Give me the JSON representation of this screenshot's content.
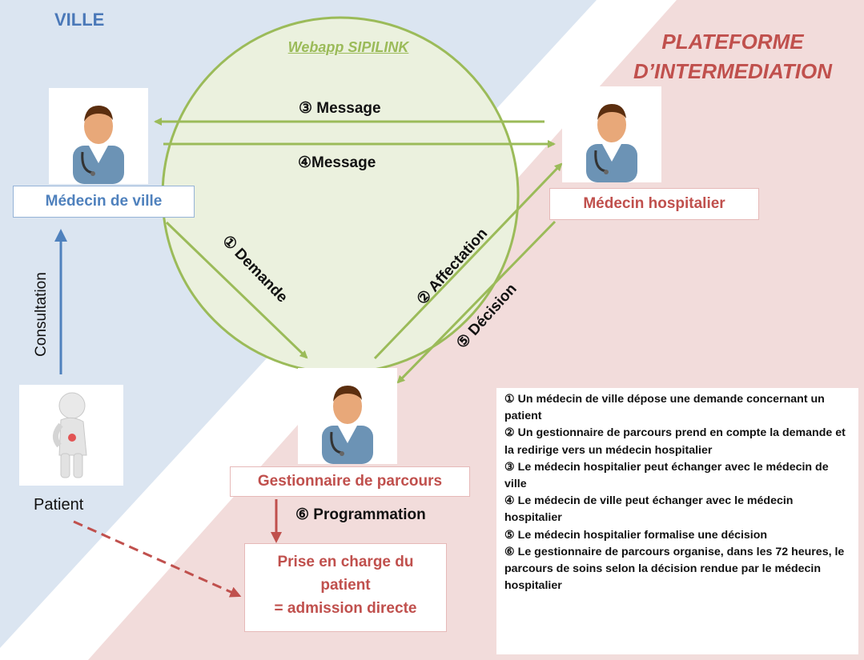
{
  "zones": {
    "ville": "VILLE",
    "plateforme_line1": "PLATEFORME",
    "plateforme_line2": "D’INTERMEDIATION",
    "webapp": "Webapp SIPILINK"
  },
  "roles": {
    "medecin_ville": "Médecin de ville",
    "medecin_hospitalier": "Médecin hospitalier",
    "gestionnaire": "Gestionnaire de parcours",
    "patient": "Patient"
  },
  "prise_en_charge": {
    "line1": "Prise en charge du",
    "line2": "patient",
    "line3": "= admission directe"
  },
  "flows": {
    "message3": "③ Message",
    "message4": "④Message",
    "demande": "① Demande",
    "affectation": "② Affectation",
    "decision": "⑤ Décision",
    "programmation": "⑥ Programmation",
    "consultation": "Consultation"
  },
  "legend": [
    "① Un médecin de ville dépose une demande concernant un patient",
    "② Un gestionnaire de parcours prend en compte la demande et la redirige vers un médecin hospitalier",
    "③ Le médecin hospitalier peut échanger avec le médecin de ville",
    "④ Le médecin de ville peut échanger avec le médecin hospitalier",
    "⑤ Le médecin hospitalier formalise une décision",
    "⑥ Le gestionnaire de parcours organise, dans les 72 heures, le parcours de soins selon la décision rendue par le médecin hospitalier"
  ],
  "icons": {
    "doctor": "doctor-icon",
    "patient": "patient-figure-icon"
  },
  "colors": {
    "ville_blue": "#4f81bd",
    "ville_bg": "#dbe5f1",
    "plateforme_red": "#c0504d",
    "plateforme_bg": "#f2dcdb",
    "webapp_green": "#9bbb59",
    "webapp_fill": "#ebf1de"
  }
}
